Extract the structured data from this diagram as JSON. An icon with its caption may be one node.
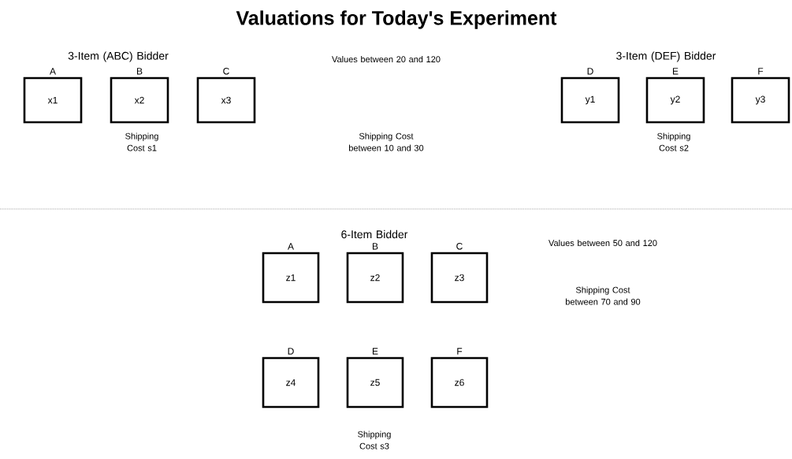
{
  "diagram": {
    "title": "Valuations for Today's Experiment",
    "nodes": [
      {
        "text": [
          "A",
          "x1"
        ]
      },
      {
        "text": [
          "B",
          "x2"
        ]
      },
      {
        "text": [
          "C",
          "x3"
        ]
      },
      {
        "text": [
          "D",
          "y1"
        ]
      },
      {
        "text": [
          "E",
          "y2"
        ]
      },
      {
        "text": [
          "F",
          "y3"
        ]
      },
      {
        "text": [
          "A",
          "z1"
        ]
      },
      {
        "text": [
          "B",
          "z2"
        ]
      },
      {
        "text": [
          "C",
          "z3"
        ]
      },
      {
        "text": [
          "D",
          "z4"
        ]
      },
      {
        "text": [
          "E",
          "z5"
        ]
      },
      {
        "text": [
          "F",
          "z6"
        ]
      }
    ],
    "labels": [
      "3-Item (ABC) Bidder",
      "Values between 20 and 120",
      "3-Item (DEF) Bidder",
      "Shipping Cost s1",
      "Shipping Cost between 10 and 30",
      "Shipping Cost s2",
      "6-Item Bidder",
      "Values between 50 and 120",
      "Shipping Cost between 70 and 90",
      "Shipping Cost s3"
    ]
  }
}
